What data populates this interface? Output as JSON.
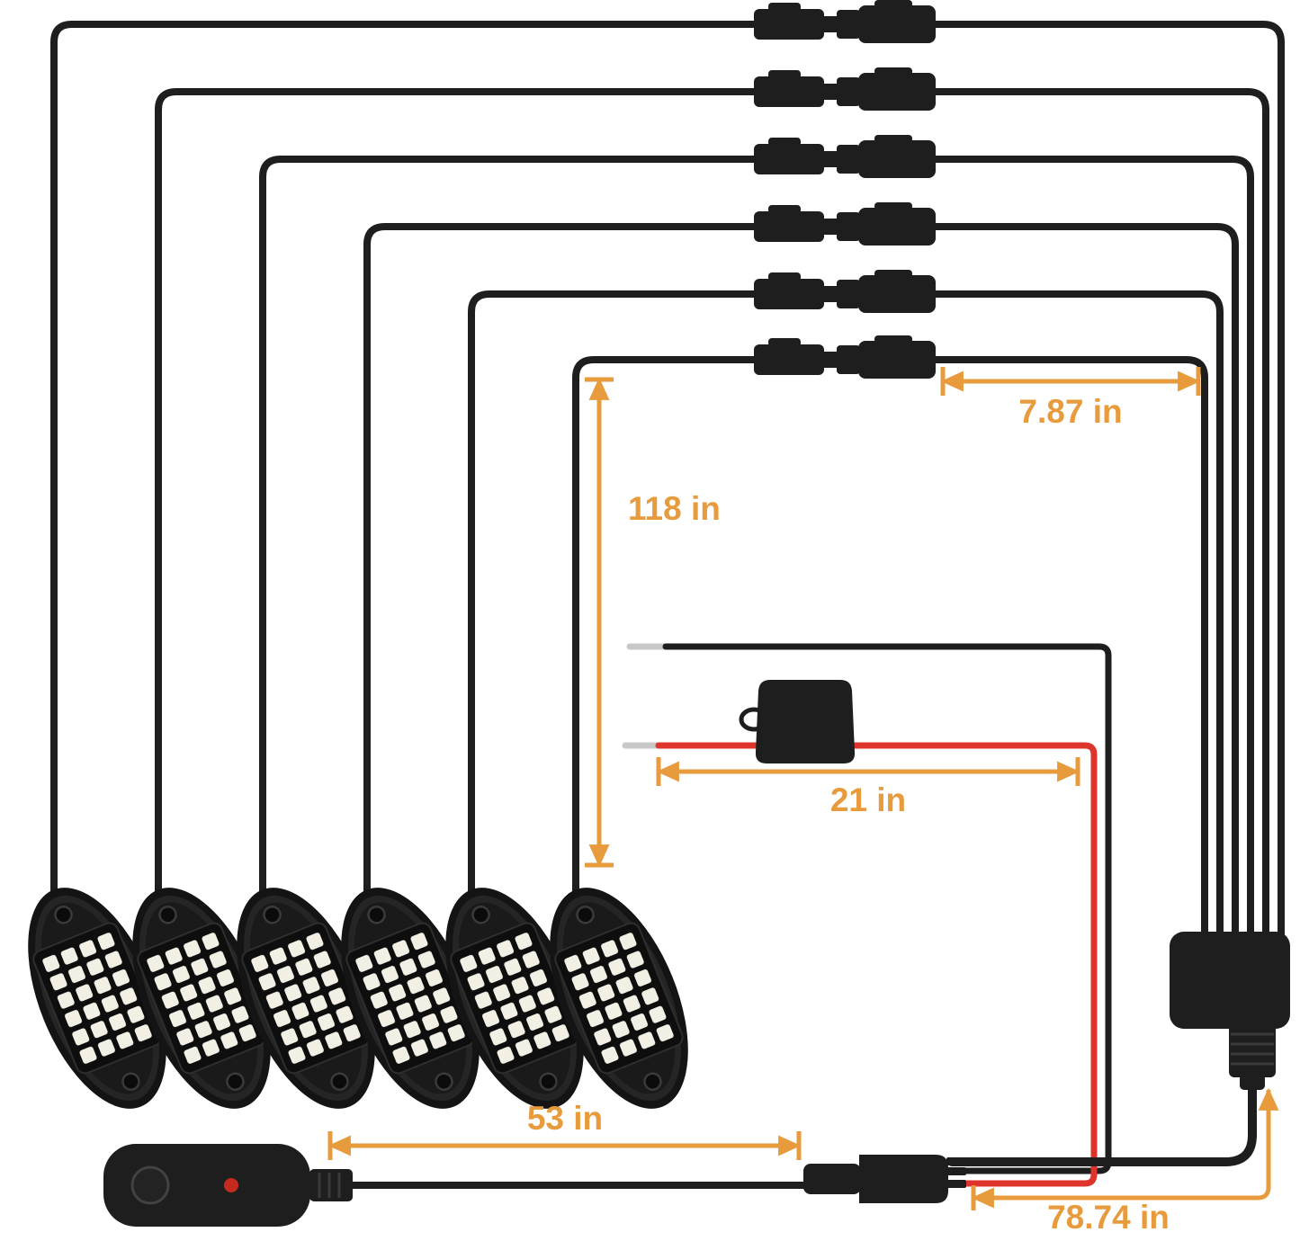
{
  "measurements": {
    "connector_pigtail": "7.87 in",
    "pod_cable": "118 in",
    "power_lead": "21 in",
    "control_cable": "53 in",
    "main_harness": "78.74 in"
  },
  "components": {
    "led_pod": {
      "label": "LED rock light pod",
      "count": 6,
      "led_grid": "4x6"
    },
    "connector_pair": {
      "label": "2-pin quick connect plug pair",
      "count": 6
    },
    "splitter_hub": {
      "label": "6-way splitter hub"
    },
    "fuse_holder": {
      "label": "inline fuse holder"
    },
    "power_leads": {
      "label": "power wires (black and red with fuse)"
    },
    "control_box": {
      "label": "control box with power button and red indicator"
    },
    "y_adapter": {
      "label": "wiring junction connector"
    }
  },
  "colors": {
    "background": "#FFFFFF",
    "cable": "#1E1E1E",
    "amber": "#E89B3C",
    "red": "#DF342B",
    "indicator": "#C62A1E",
    "led": "#F2EFE4",
    "wire_tip": "#C8C8C8"
  }
}
